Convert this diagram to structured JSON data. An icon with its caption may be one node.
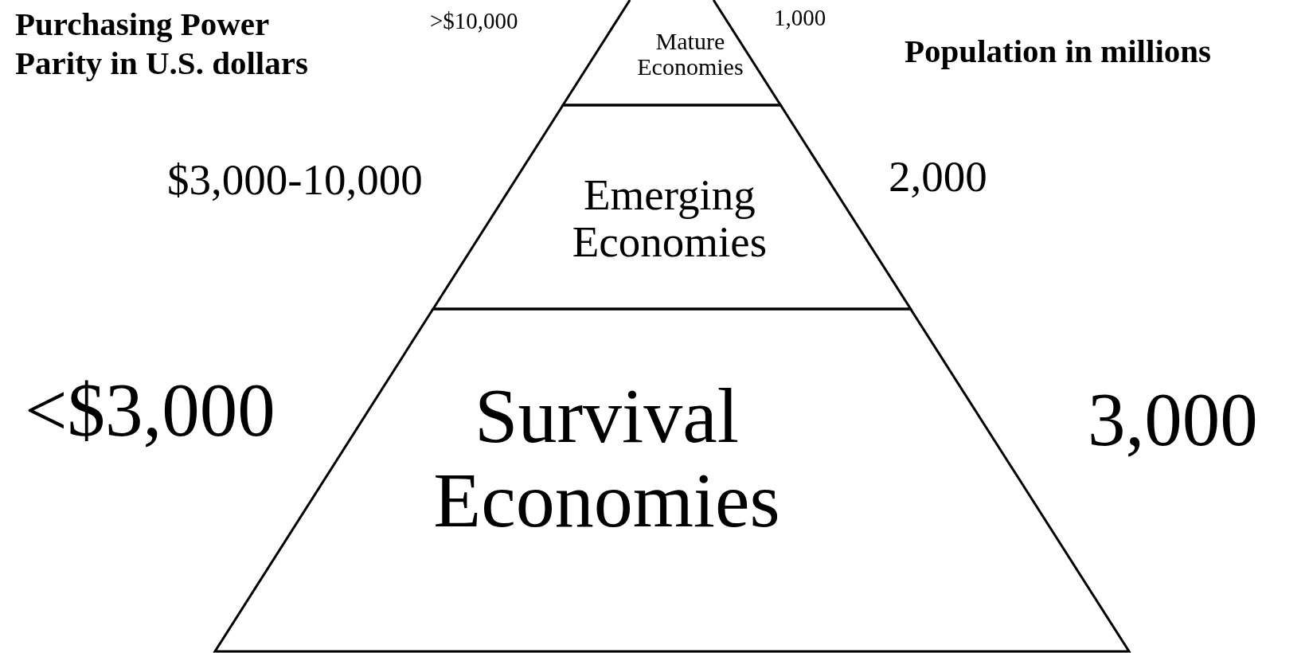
{
  "diagram": {
    "nodes": [
      {
        "text": [
          "Mature Economies"
        ],
        "beside": [
          ">$10,000",
          "1,000"
        ]
      },
      {
        "text": [
          "Emerging Economies"
        ],
        "beside": [
          "$3,000-10,000",
          "2,000"
        ]
      },
      {
        "text": [
          "Survival Economies"
        ],
        "beside": [
          "<$3,000",
          "3,000"
        ]
      }
    ],
    "edges": [],
    "labels": [
      "Purchasing Power Parity in U.S. dollars",
      "Population in millions"
    ]
  }
}
